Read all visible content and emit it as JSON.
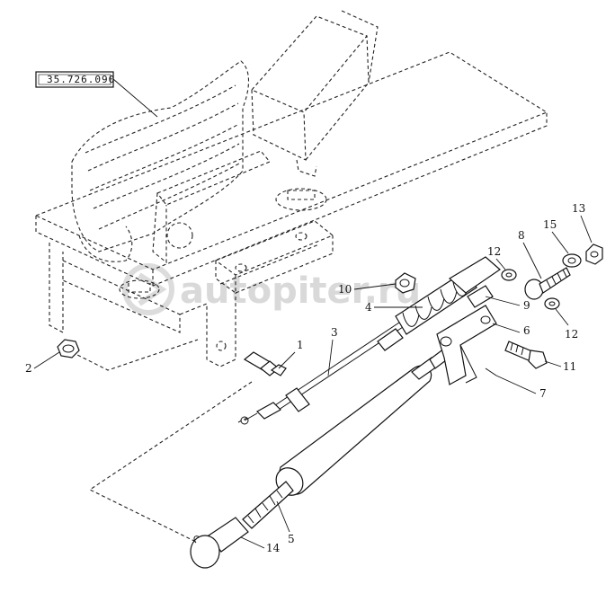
{
  "reference_box": {
    "label": "35.726.090"
  },
  "watermark": {
    "text": "autopiter.ru"
  },
  "callouts": [
    {
      "id": "c1",
      "label": "1"
    },
    {
      "id": "c2",
      "label": "2"
    },
    {
      "id": "c3",
      "label": "3"
    },
    {
      "id": "c4",
      "label": "4"
    },
    {
      "id": "c5",
      "label": "5"
    },
    {
      "id": "c6",
      "label": "6"
    },
    {
      "id": "c7",
      "label": "7"
    },
    {
      "id": "c8",
      "label": "8"
    },
    {
      "id": "c9",
      "label": "9"
    },
    {
      "id": "c10",
      "label": "10"
    },
    {
      "id": "c11",
      "label": "11"
    },
    {
      "id": "c12a",
      "label": "12"
    },
    {
      "id": "c12b",
      "label": "12"
    },
    {
      "id": "c13",
      "label": "13"
    },
    {
      "id": "c14",
      "label": "14"
    },
    {
      "id": "c15",
      "label": "15"
    }
  ]
}
